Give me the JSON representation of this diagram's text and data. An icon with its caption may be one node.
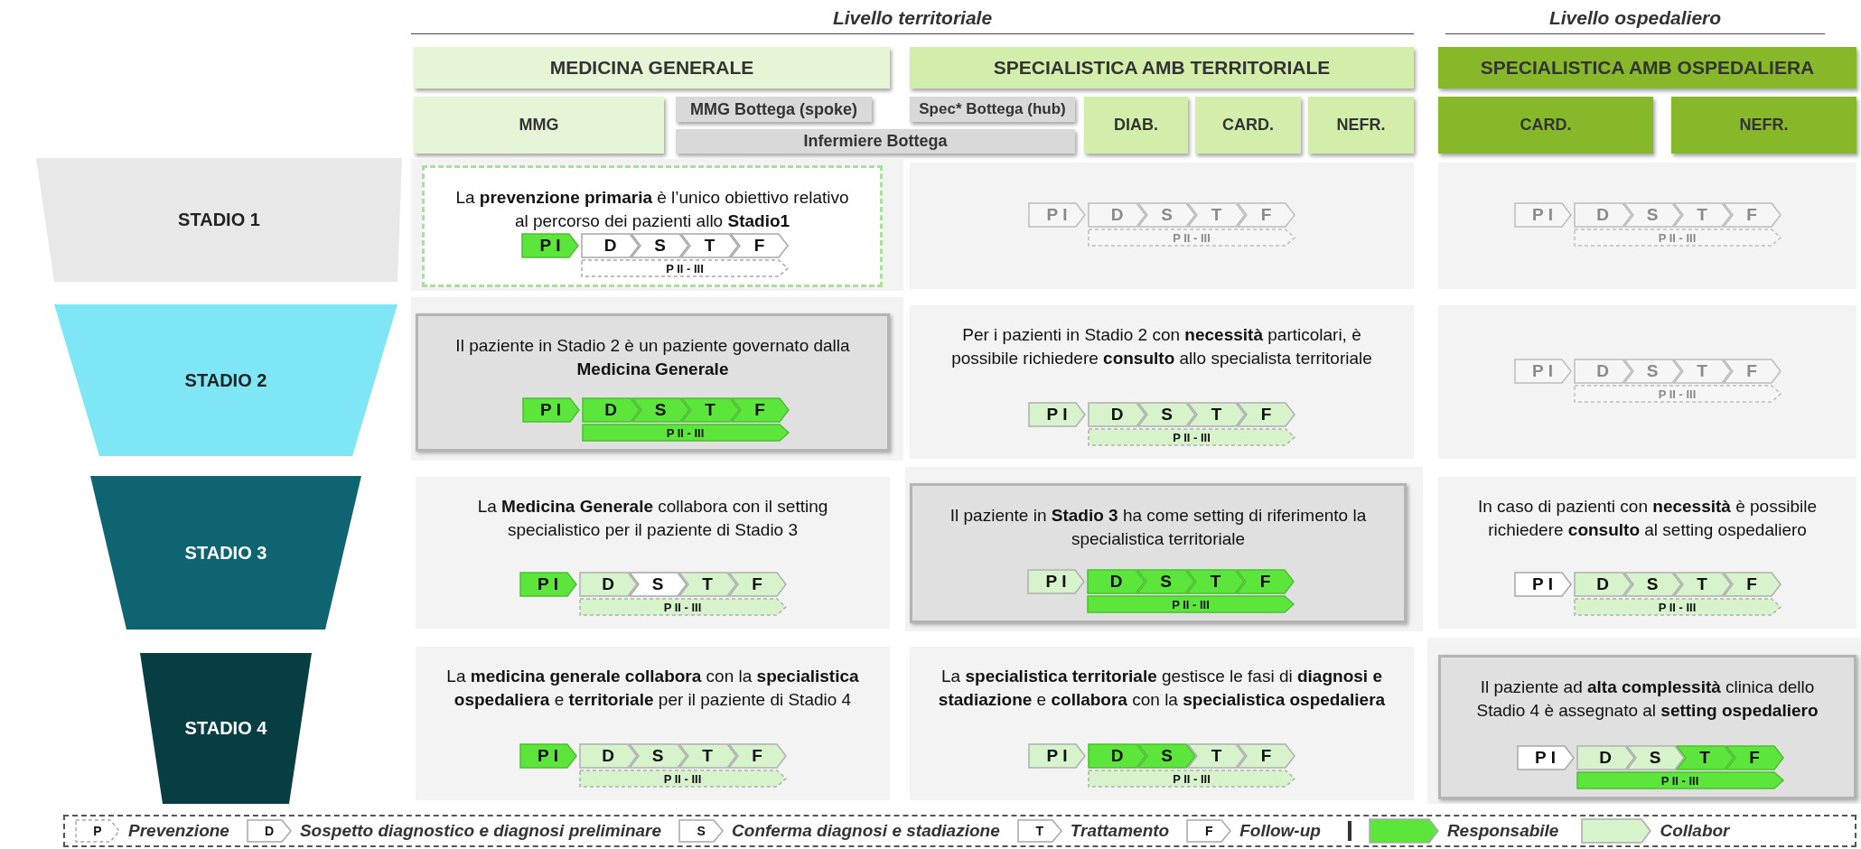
{
  "diagram": {
    "nodes": [
      {
        "text": [
          "MEDICINA GENERALE"
        ]
      },
      {
        "text": [
          "SPECIALISTICA AMB TERRITORIALE"
        ]
      },
      {
        "text": [
          "SPECIALISTICA AMB OSPEDALIERA"
        ]
      },
      {
        "text": [
          "MMG"
        ]
      },
      {
        "text": [
          "MMG Bottega (spoke)"
        ]
      },
      {
        "text": [
          "Infermiere Bottega"
        ]
      },
      {
        "text": [
          "Spec* Bottega (hub)"
        ]
      },
      {
        "text": [
          "DIAB."
        ]
      },
      {
        "text": [
          "CARD."
        ]
      },
      {
        "text": [
          "NEFR."
        ]
      },
      {
        "text": [
          "CARD."
        ]
      },
      {
        "text": [
          "NEFR."
        ]
      },
      {
        "text": [
          "STADIO 1"
        ]
      },
      {
        "text": [
          "La **prevenzione primaria** è l’unico obiettivo relativo al percorso dei pazienti allo **Stadio1**"
        ]
      },
      {
        "text": [
          "P I"
        ],
        "in": 13
      },
      {
        "text": [
          "D"
        ],
        "in": 13
      },
      {
        "text": [
          "S"
        ],
        "in": 13
      },
      {
        "text": [
          "T"
        ],
        "in": 13
      },
      {
        "text": [
          "F"
        ],
        "in": 13
      },
      {
        "text": [
          "P II - III"
        ],
        "in": 13
      },
      {
        "text": [],
        "shape": "box"
      },
      {
        "text": [
          "P I"
        ],
        "in": 20
      },
      {
        "text": [
          "D"
        ],
        "in": 20
      },
      {
        "text": [
          "S"
        ],
        "in": 20
      },
      {
        "text": [
          "T"
        ],
        "in": 20
      },
      {
        "text": [
          "F"
        ],
        "in": 20
      },
      {
        "text": [
          "P II - III"
        ],
        "in": 20
      },
      {
        "text": [],
        "shape": "box"
      },
      {
        "text": [
          "P I"
        ],
        "in": 27
      },
      {
        "text": [
          "D"
        ],
        "in": 27
      },
      {
        "text": [
          "S"
        ],
        "in": 27
      },
      {
        "text": [
          "T"
        ],
        "in": 27
      },
      {
        "text": [
          "F"
        ],
        "in": 27
      },
      {
        "text": [
          "P II - III"
        ],
        "in": 27
      },
      {
        "text": [
          "STADIO 2"
        ]
      },
      {
        "text": [
          "Il paziente in Stadio 2 è un paziente governato dalla **Medicina Generale**"
        ]
      },
      {
        "text": [
          "P I"
        ],
        "in": 35
      },
      {
        "text": [
          "D"
        ],
        "in": 35
      },
      {
        "text": [
          "S"
        ],
        "in": 35
      },
      {
        "text": [
          "T"
        ],
        "in": 35
      },
      {
        "text": [
          "F"
        ],
        "in": 35
      },
      {
        "text": [
          "P II - III"
        ],
        "in": 35
      },
      {
        "text": [
          "Per i pazienti in Stadio 2 con **necessità** particolari, è possibile richiedere **consulto** allo specialista territoriale"
        ]
      },
      {
        "text": [
          "P I"
        ],
        "in": 42
      },
      {
        "text": [
          "D"
        ],
        "in": 42
      },
      {
        "text": [
          "S"
        ],
        "in": 42
      },
      {
        "text": [
          "T"
        ],
        "in": 42
      },
      {
        "text": [
          "F"
        ],
        "in": 42
      },
      {
        "text": [
          "P II - III"
        ],
        "in": 42
      },
      {
        "text": [],
        "shape": "box"
      },
      {
        "text": [
          "P I"
        ],
        "in": 49
      },
      {
        "text": [
          "D"
        ],
        "in": 49
      },
      {
        "text": [
          "S"
        ],
        "in": 49
      },
      {
        "text": [
          "T"
        ],
        "in": 49
      },
      {
        "text": [
          "F"
        ],
        "in": 49
      },
      {
        "text": [
          "P II - III"
        ],
        "in": 49
      },
      {
        "text": [
          "STADIO 3"
        ]
      },
      {
        "text": [
          "La **Medicina Generale** collabora con il setting specialistico per il paziente di Stadio 3"
        ]
      },
      {
        "text": [
          "P I"
        ],
        "in": 57
      },
      {
        "text": [
          "D"
        ],
        "in": 57
      },
      {
        "text": [
          "S"
        ],
        "in": 57
      },
      {
        "text": [
          "T"
        ],
        "in": 57
      },
      {
        "text": [
          "F"
        ],
        "in": 57
      },
      {
        "text": [
          "P II - III"
        ],
        "in": 57
      },
      {
        "text": [
          "Il paziente in **Stadio 3** ha come setting di riferimento la specialistica territoriale"
        ]
      },
      {
        "text": [
          "P I"
        ],
        "in": 64
      },
      {
        "text": [
          "D"
        ],
        "in": 64
      },
      {
        "text": [
          "S"
        ],
        "in": 64
      },
      {
        "text": [
          "T"
        ],
        "in": 64
      },
      {
        "text": [
          "F"
        ],
        "in": 64
      },
      {
        "text": [
          "P II - III"
        ],
        "in": 64
      },
      {
        "text": [
          "In caso di pazienti con **necessità** è possibile richiedere **consulto** al setting ospedaliero"
        ]
      },
      {
        "text": [
          "P I"
        ],
        "in": 71
      },
      {
        "text": [
          "D"
        ],
        "in": 71
      },
      {
        "text": [
          "S"
        ],
        "in": 71
      },
      {
        "text": [
          "T"
        ],
        "in": 71
      },
      {
        "text": [
          "F"
        ],
        "in": 71
      },
      {
        "text": [
          "P II - III"
        ],
        "in": 71
      },
      {
        "text": [
          "STADIO 4"
        ]
      },
      {
        "text": [
          "La **medicina generale collabora** con la **specialistica ospedaliera** e **territoriale** per il paziente di Stadio 4"
        ]
      },
      {
        "text": [
          "P I"
        ],
        "in": 79
      },
      {
        "text": [
          "D"
        ],
        "in": 79
      },
      {
        "text": [
          "S"
        ],
        "in": 79
      },
      {
        "text": [
          "T"
        ],
        "in": 79
      },
      {
        "text": [
          "F"
        ],
        "in": 79
      },
      {
        "text": [
          "P II - III"
        ],
        "in": 79
      },
      {
        "text": [
          "La **specialistica territoriale** gestisce le fasi di **diagnosi e stadiazione** e **collabora** con la **specialistica ospedaliera**"
        ]
      },
      {
        "text": [
          "P I"
        ],
        "in": 86
      },
      {
        "text": [
          "D"
        ],
        "in": 86
      },
      {
        "text": [
          "S"
        ],
        "in": 86
      },
      {
        "text": [
          "T"
        ],
        "in": 86
      },
      {
        "text": [
          "F"
        ],
        "in": 86
      },
      {
        "text": [
          "P II - III"
        ],
        "in": 86
      },
      {
        "text": [
          "Il paziente ad **alta complessità** clinica dello Stadio 4 è assegnato al **setting ospedaliero**"
        ]
      },
      {
        "text": [
          "P I"
        ],
        "in": 93
      },
      {
        "text": [
          "D"
        ],
        "in": 93
      },
      {
        "text": [
          "S"
        ],
        "in": 93
      },
      {
        "text": [
          "T"
        ],
        "in": 93
      },
      {
        "text": [
          "F"
        ],
        "in": 93
      },
      {
        "text": [
          "P II - III"
        ],
        "in": 93
      },
      {
        "text": [
          "P"
        ],
        "beside": [
          "Prevenzione"
        ]
      },
      {
        "text": [
          "D"
        ],
        "beside": [
          "Sospetto diagnostico e diagnosi preliminare"
        ]
      },
      {
        "text": [
          "S"
        ],
        "beside": [
          "Conferma diagnosi e stadiazione"
        ]
      },
      {
        "text": [
          "T"
        ],
        "beside": [
          "Trattamento"
        ]
      },
      {
        "text": [
          "F"
        ],
        "beside": [
          "Follow-up"
        ]
      }
    ],
    "labels": [
      "Livello territoriale",
      "Livello ospedaliero"
    ],
    "legend": [
      {
        "text": "Responsabile",
        "color": "#5ce63c"
      },
      {
        "text": "Collabor",
        "color": "#d6f3cc"
      }
    ]
  }
}
